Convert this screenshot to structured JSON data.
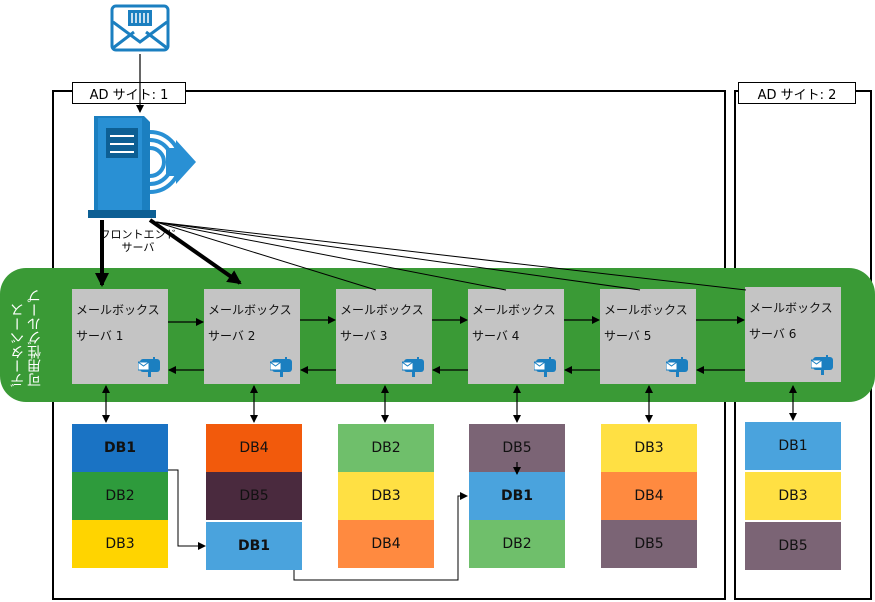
{
  "sites": [
    {
      "label": "AD サイト: 1"
    },
    {
      "label": "AD サイト: 2"
    }
  ],
  "dag": {
    "label_line1": "データベース",
    "label_line2": "可用性グループ",
    "color": "#3a9a36"
  },
  "front_end": {
    "label_line1": "フロントエンド",
    "label_line2": "サーバ"
  },
  "mailbox_servers": [
    {
      "title": "メールボックス",
      "number": "サーバ 1"
    },
    {
      "title": "メールボックス",
      "number": "サーバ 2"
    },
    {
      "title": "メールボックス",
      "number": "サーバ 3"
    },
    {
      "title": "メールボックス",
      "number": "サーバ 4"
    },
    {
      "title": "メールボックス",
      "number": "サーバ 5"
    },
    {
      "title": "メールボックス",
      "number": "サーバ 6"
    }
  ],
  "databases": [
    [
      {
        "name": "DB1",
        "color": "#1a73c4",
        "active": true
      },
      {
        "name": "DB2",
        "color": "#2e9b3c",
        "active": false
      },
      {
        "name": "DB3",
        "color": "#ffd400",
        "active": false
      }
    ],
    [
      {
        "name": "DB4",
        "color": "#f25a0c",
        "active": false
      },
      {
        "name": "DB5",
        "color": "#4a2a3e",
        "active": false
      },
      {
        "name": "DB1",
        "color": "#4aa3dd",
        "active": true
      }
    ],
    [
      {
        "name": "DB2",
        "color": "#6fbf6b",
        "active": false
      },
      {
        "name": "DB3",
        "color": "#ffe043",
        "active": false
      },
      {
        "name": "DB4",
        "color": "#ff8a40",
        "active": false
      }
    ],
    [
      {
        "name": "DB5",
        "color": "#7b6475",
        "active": false
      },
      {
        "name": "DB1",
        "color": "#4aa3dd",
        "active": true
      },
      {
        "name": "DB2",
        "color": "#6fbf6b",
        "active": false
      }
    ],
    [
      {
        "name": "DB3",
        "color": "#ffe043",
        "active": false
      },
      {
        "name": "DB4",
        "color": "#ff8a40",
        "active": false
      },
      {
        "name": "DB5",
        "color": "#7b6475",
        "active": false
      }
    ],
    [
      {
        "name": "DB1",
        "color": "#4aa3dd",
        "active": false
      },
      {
        "name": "DB3",
        "color": "#ffe043",
        "active": false
      },
      {
        "name": "DB5",
        "color": "#7b6475",
        "active": false
      }
    ]
  ],
  "icons": {
    "envelope": "envelope-icon",
    "server": "frontend-server-icon",
    "mailbox": "mailbox-icon"
  }
}
